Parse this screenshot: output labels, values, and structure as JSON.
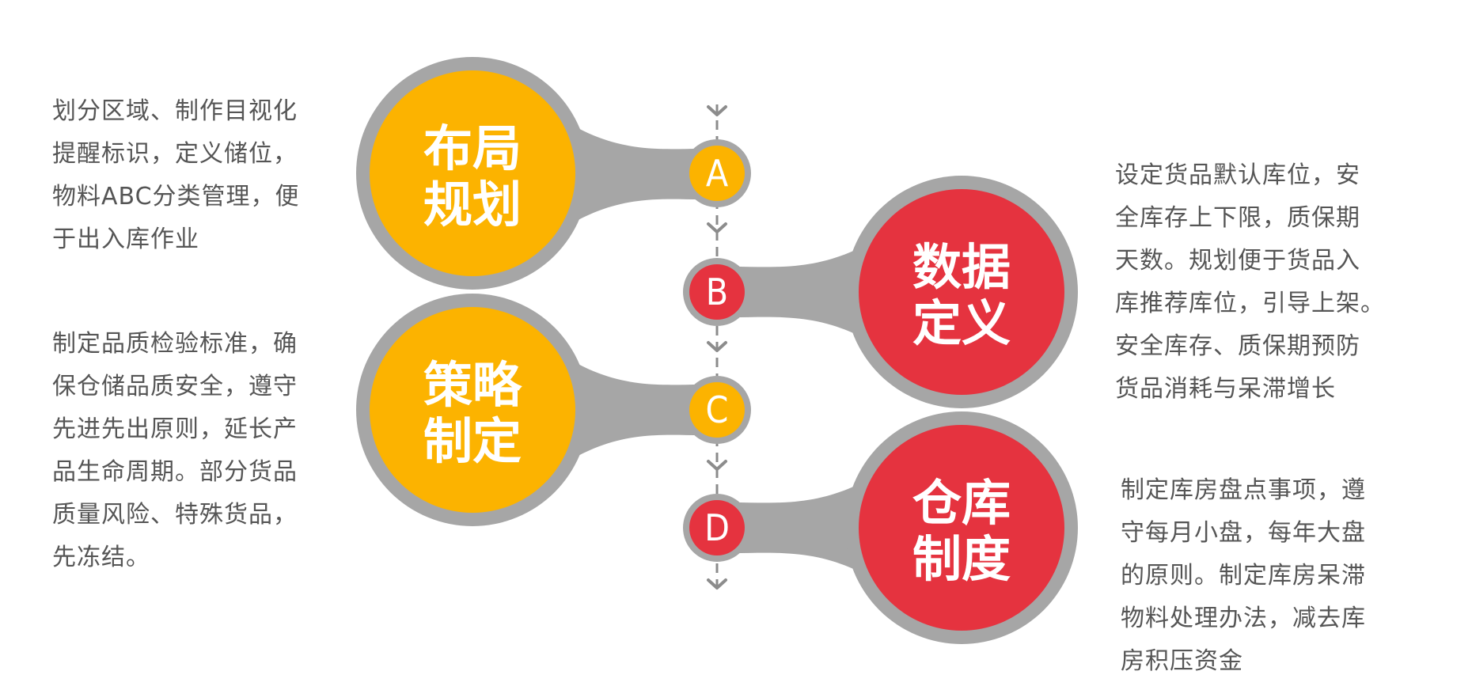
{
  "colors": {
    "yellow": "#FCB300",
    "red": "#E5333F",
    "gray": "#A6A6A6",
    "text": "#555555",
    "axis": "#8C8C8C"
  },
  "steps": [
    {
      "letter": "A",
      "title_line1": "布局",
      "title_line2": "规划",
      "description": "划分区域、制作目视化\n提醒标识，定义储位，\n物料ABC分类管理，便\n于出入库作业"
    },
    {
      "letter": "B",
      "title_line1": "数据",
      "title_line2": "定义",
      "description": "设定货品默认库位，安\n全库存上下限，质保期\n天数。规划便于货品入\n库推荐库位，引导上架。\n安全库存、质保期预防\n货品消耗与呆滞增长"
    },
    {
      "letter": "C",
      "title_line1": "策略",
      "title_line2": "制定",
      "description": "制定品质检验标准，确\n保仓储品质安全，遵守\n先进先出原则，延长产\n品生命周期。部分货品\n质量风险、特殊货品，\n先冻结。"
    },
    {
      "letter": "D",
      "title_line1": "仓库",
      "title_line2": "制度",
      "description": "制定库房盘点事项，遵\n守每月小盘，每年大盘\n的原则。制定库房呆滞\n物料处理办法，减去库\n房积压资金"
    }
  ]
}
